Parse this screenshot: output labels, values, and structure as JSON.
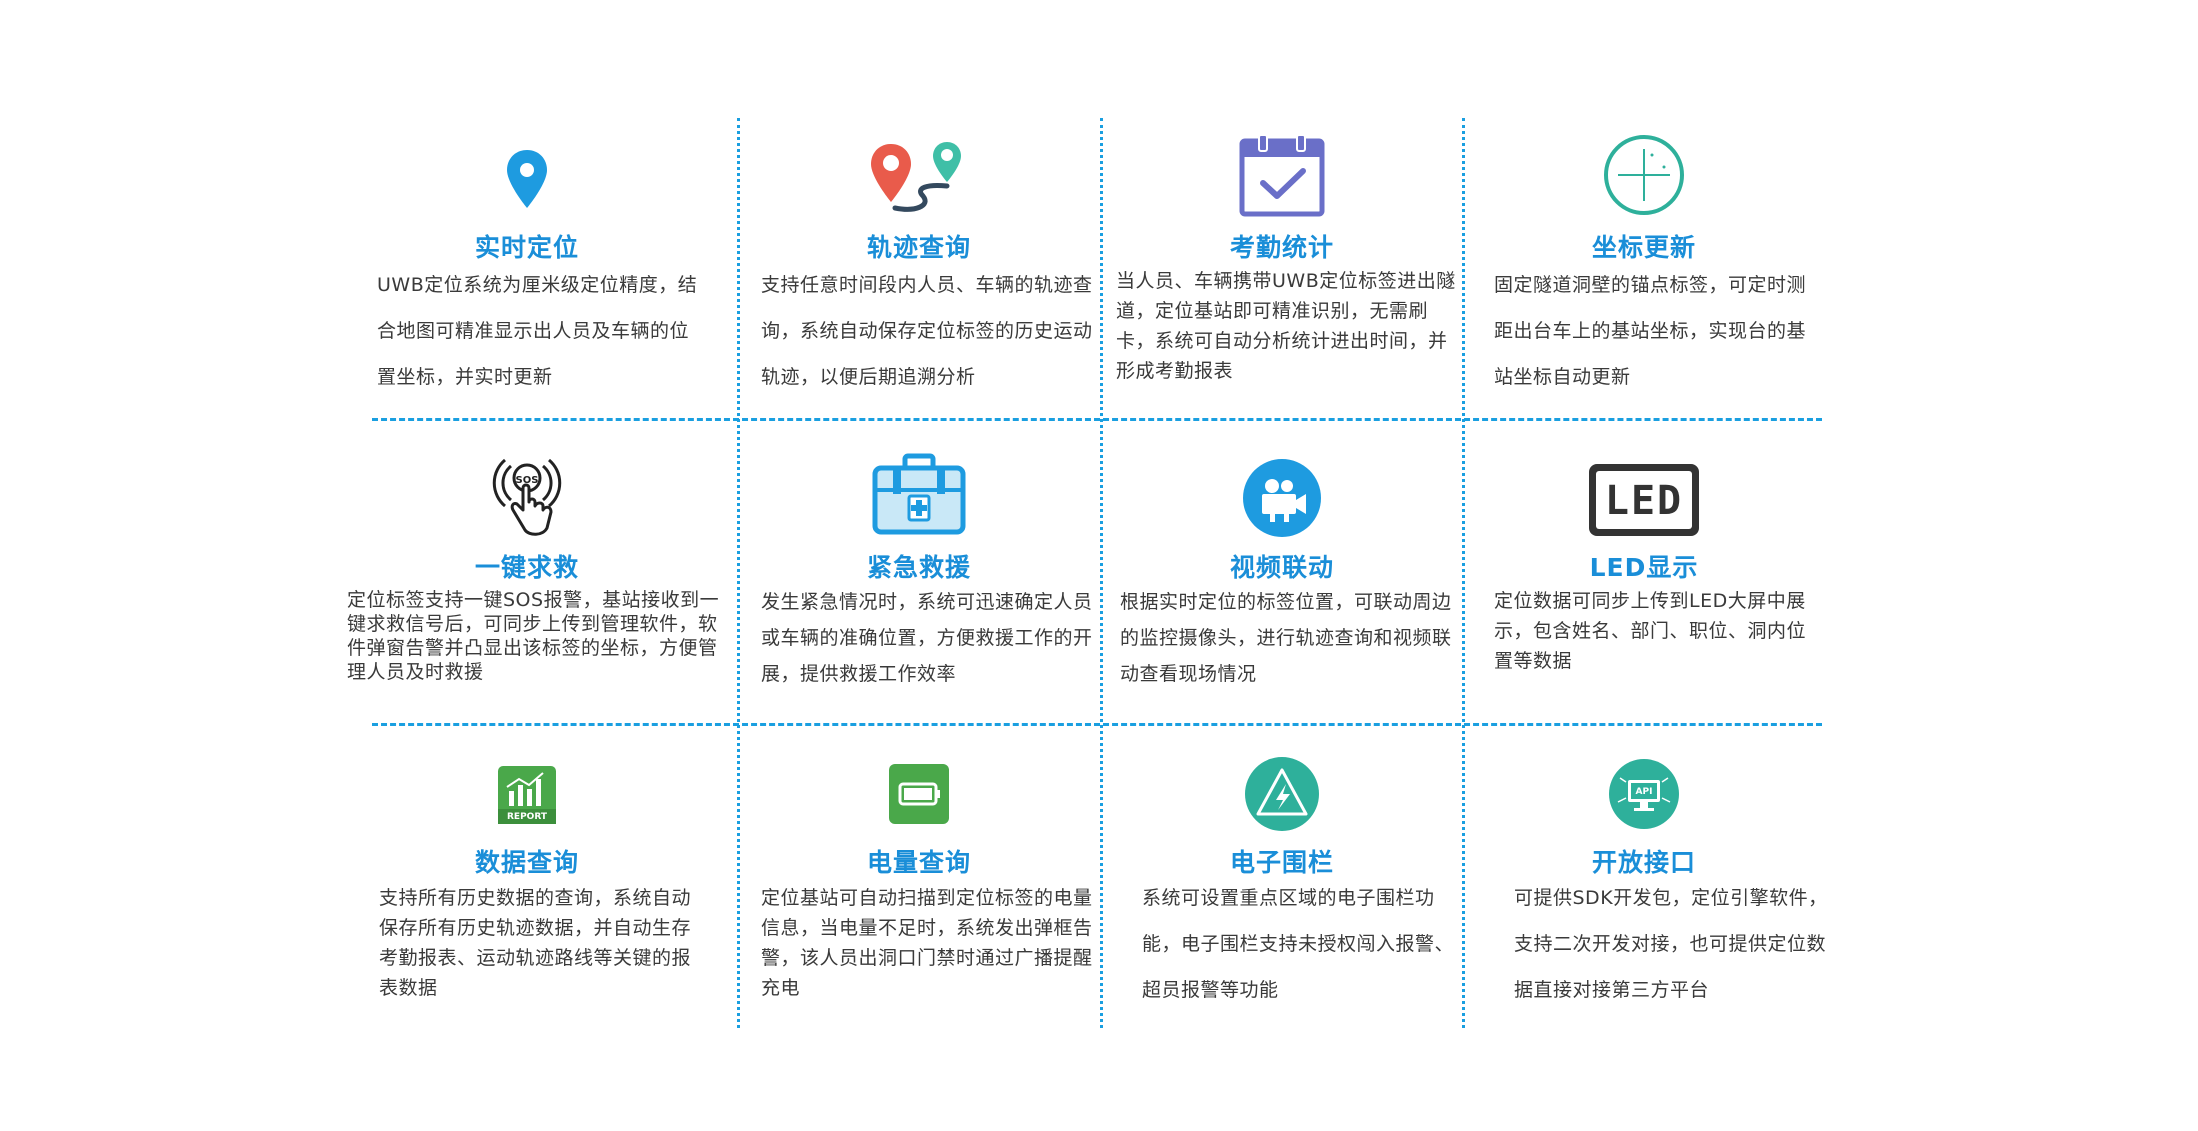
{
  "features": [
    {
      "title": "实时定位",
      "icon": "location-pin-icon",
      "desc": "UWB定位系统为厘米级定位精度，结合地图可精准显示出人员及车辆的位置坐标，并实时更新"
    },
    {
      "title": "轨迹查询",
      "icon": "route-track-icon",
      "desc": "支持任意时间段内人员、车辆的轨迹查询，系统自动保存定位标签的历史运动轨迹，以便后期追溯分析"
    },
    {
      "title": "考勤统计",
      "icon": "calendar-check-icon",
      "desc": "当人员、车辆携带UWB定位标签进出隧道，定位基站即可精准识别，无需刷卡，系统可自动分析统计进出时间，并形成考勤报表"
    },
    {
      "title": "坐标更新",
      "icon": "coordinate-axis-icon",
      "desc": "固定隧道洞壁的锚点标签，可定时测距出台车上的基站坐标，实现台的基站坐标自动更新"
    },
    {
      "title": "一键求救",
      "icon": "sos-hand-icon",
      "desc": "定位标签支持一键SOS报警，基站接收到一键求救信号后，可同步上传到管理软件，软件弹窗告警并凸显出该标签的坐标，方便管理人员及时救援"
    },
    {
      "title": "紧急救援",
      "icon": "first-aid-kit-icon",
      "desc": "发生紧急情况时，系统可迅速确定人员或车辆的准确位置，方便救援工作的开展，提供救援工作效率"
    },
    {
      "title": "视频联动",
      "icon": "video-camera-icon",
      "desc": "根据实时定位的标签位置，可联动周边的监控摄像头，进行轨迹查询和视频联动查看现场情况"
    },
    {
      "title": "LED显示",
      "icon": "led-display-icon",
      "desc": "定位数据可同步上传到LED大屏中展示，包含姓名、部门、职位、洞内位置等数据"
    },
    {
      "title": "数据查询",
      "icon": "report-chart-icon",
      "desc": "支持所有历史数据的查询，系统自动保存所有历史轨迹数据，并自动生存考勤报表、运动轨迹路线等关键的报表数据"
    },
    {
      "title": "电量查询",
      "icon": "battery-icon",
      "desc": "定位基站可自动扫描到定位标签的电量信息，当电量不足时，系统发出弹框告警，该人员出洞口门禁时通过广播提醒充电"
    },
    {
      "title": "电子围栏",
      "icon": "electric-fence-warning-icon",
      "desc": "系统可设置重点区域的电子围栏功能，电子围栏支持未授权闯入报警、超员报警等功能"
    },
    {
      "title": "开放接口",
      "icon": "api-monitor-icon",
      "desc": "可提供SDK开发包，定位引擎软件，支持二次开发对接，也可提供定位数据直接对接第三方平台"
    }
  ],
  "icon_text": {
    "sos": "SOS",
    "led": "LED",
    "report": "REPORT",
    "api": "API"
  },
  "colors": {
    "title": "#1a8ed8",
    "divider": "#1a9fe0",
    "text": "#3a3a3a",
    "pin_blue": "#1e9be0",
    "pin_red": "#e95b4b",
    "pin_teal": "#3fbfa7",
    "calendar": "#6a6fc8",
    "green": "#4aa84a",
    "teal": "#2eb09b"
  }
}
